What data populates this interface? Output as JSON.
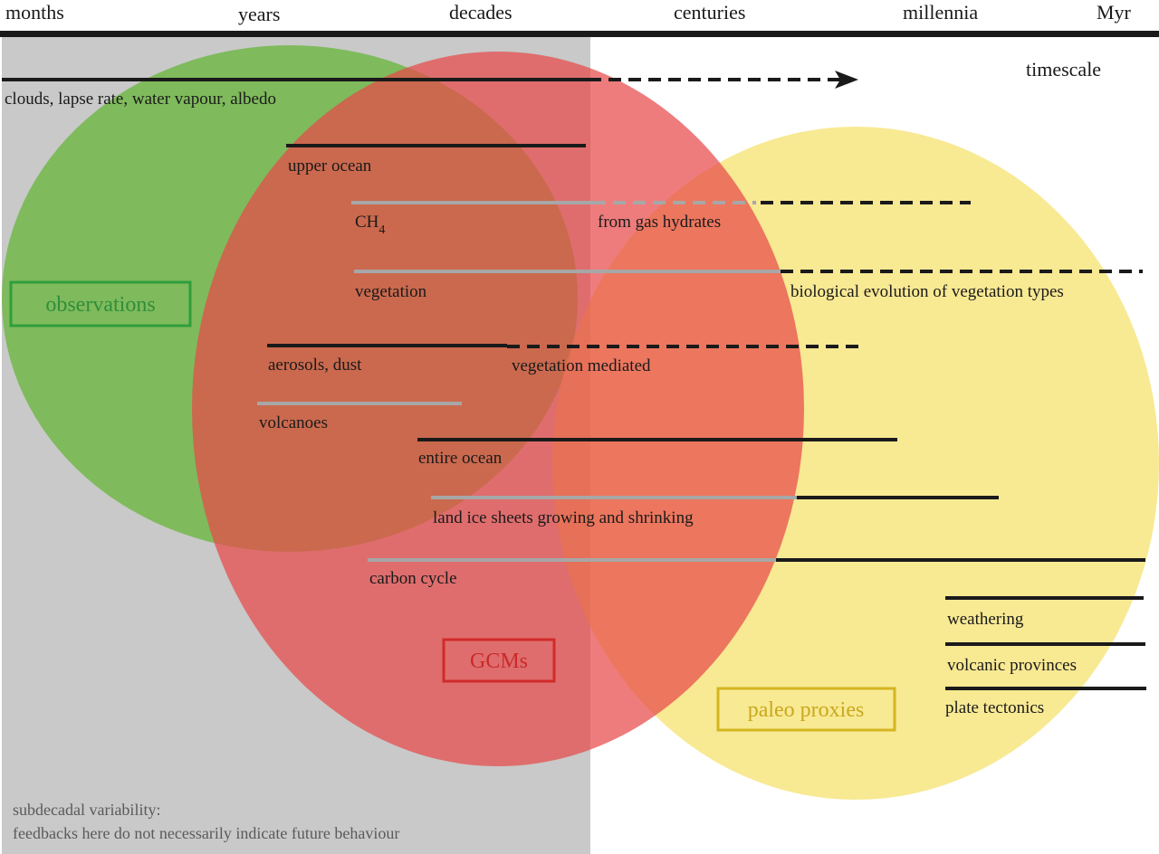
{
  "timescale": {
    "ticks": [
      "months",
      "years",
      "decades",
      "centuries",
      "millennia",
      "Myr"
    ],
    "axis_label": "timescale"
  },
  "categories": {
    "observations": {
      "label": "observations",
      "color": "#6ab63e"
    },
    "gcms": {
      "label": "GCMs",
      "color": "#e84a4a"
    },
    "paleo": {
      "label": "paleo proxies",
      "color": "#f4dc50"
    }
  },
  "subdecadal_region": {
    "color": "#c8c9c8",
    "note_line1": "subdecadal variability:",
    "note_line2": "feedbacks here do not necessarily indicate future behaviour"
  },
  "feedbacks": {
    "clouds": "clouds, lapse rate, water vapour, albedo",
    "upper_ocean": "upper ocean",
    "ch4": "CH",
    "ch4_sub": "4",
    "gas_hydrates": "from gas hydrates",
    "vegetation": "vegetation",
    "veg_evolution": "biological evolution of vegetation types",
    "aerosols": "aerosols, dust",
    "veg_mediated": "vegetation mediated",
    "volcanoes": "volcanoes",
    "entire_ocean": "entire ocean",
    "land_ice": "land ice sheets growing and shrinking",
    "carbon_cycle": "carbon cycle",
    "weathering": "weathering",
    "volcanic_provinces": "volcanic provinces",
    "plate_tectonics": "plate tectonics"
  }
}
